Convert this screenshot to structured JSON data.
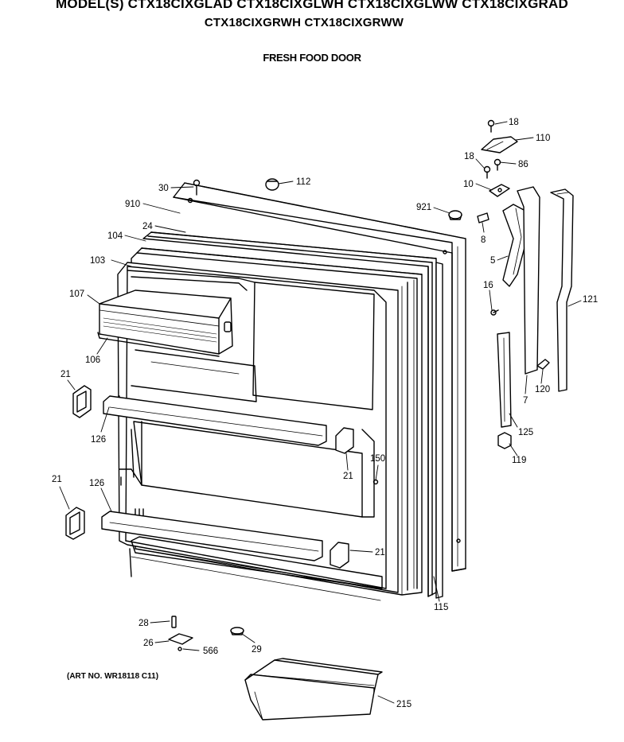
{
  "header": {
    "models_line1": "MODEL(S) CTX18CIXGLAD  CTX18CIXGLWH  CTX18CIXGLWW  CTX18CIXGRAD",
    "models_line2": "CTX18CIXGRWH  CTX18CIXGRWW",
    "section_title": "FRESH FOOD DOOR"
  },
  "art_number": "(ART NO. WR18118 C11)",
  "callouts": {
    "c18a": "18",
    "c110": "110",
    "c18b": "18",
    "c86": "86",
    "c30": "30",
    "c112": "112",
    "c10": "10",
    "c910": "910",
    "c921": "921",
    "c8": "8",
    "c24": "24",
    "c104": "104",
    "c5": "5",
    "c103": "103",
    "c16": "16",
    "c121": "121",
    "c107": "107",
    "c106": "106",
    "c120": "120",
    "c7": "7",
    "c21a": "21",
    "c125": "125",
    "c126a": "126",
    "c119": "119",
    "c150": "150",
    "c21b": "21",
    "c21c": "21",
    "c126b": "126",
    "c21d": "21",
    "c115": "115",
    "c28": "28",
    "c26": "26",
    "c566": "566",
    "c29": "29",
    "c215": "215"
  }
}
